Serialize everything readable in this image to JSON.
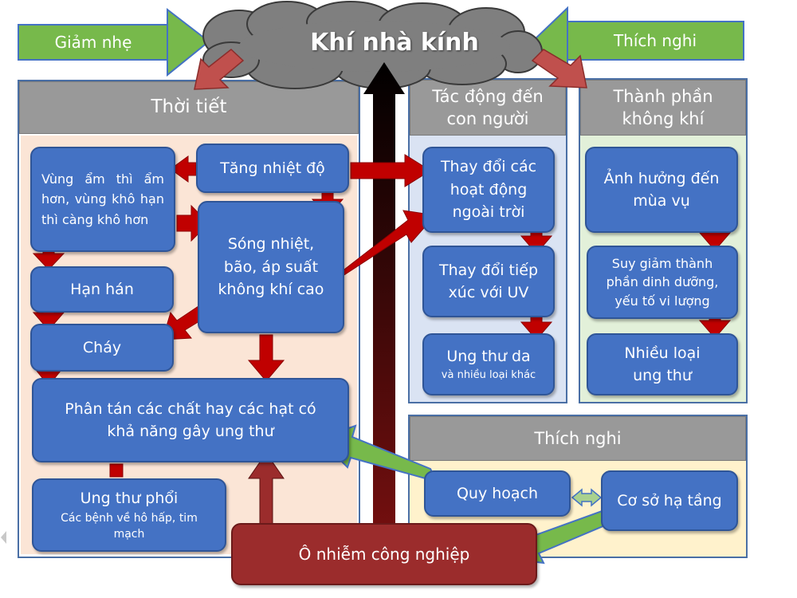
{
  "title": "Khí nhà kính",
  "mitigation": "Giảm nhẹ",
  "adaptation_top": "Thích nghi",
  "weather": {
    "header": "Thời tiết",
    "temp_rise": "Tăng nhiệt độ",
    "humidity": "Vùng ẩm thì ẩm hơn, vùng khô hạn thì càng khô hơn",
    "heatwave": [
      "Sóng nhiệt,",
      "bão, áp suất",
      "không khí cao"
    ],
    "drought": "Hạn hán",
    "fire": "Cháy",
    "dispersion": [
      "Phân tán các chất hay các hạt có",
      "khả năng gây ung thư"
    ],
    "lung_cancer": "Ung thư phổi",
    "lung_cancer_sub": [
      "Các bệnh về hô hấp, tim",
      "mạch"
    ]
  },
  "human": {
    "header": [
      "Tác động đến",
      "con người"
    ],
    "outdoor": [
      "Thay đổi các",
      "hoạt động",
      "ngoài trời"
    ],
    "uv": [
      "Thay đổi tiếp",
      "xúc với UV"
    ],
    "skin_cancer": "Ung thư da",
    "skin_cancer_sub": "và nhiều loại khác"
  },
  "air": {
    "header": [
      "Thành phần",
      "không khí"
    ],
    "crops": [
      "Ảnh hưởng đến",
      "mùa vụ"
    ],
    "nutrition": [
      "Suy giảm thành",
      "phần dinh dưỡng,",
      "yếu tố vi lượng"
    ],
    "cancers": [
      "Nhiều loại",
      "ung thư"
    ]
  },
  "adaptation": {
    "header": "Thích nghi",
    "planning": "Quy hoạch",
    "infrastructure": "Cơ sở hạ tầng"
  },
  "pollution": "Ô nhiễm công nghiệp",
  "colors": {
    "box_blue": "#4472c4",
    "header_gray": "#999999",
    "red_arrow": "#c00000",
    "green_arrow": "#77b94b",
    "weather_bg": "#fbe5d6",
    "human_bg": "#dae3f3",
    "air_bg": "#e2f0d9",
    "adapt_bg": "#fff2cc",
    "pollution_bg": "#9b2c2c"
  }
}
